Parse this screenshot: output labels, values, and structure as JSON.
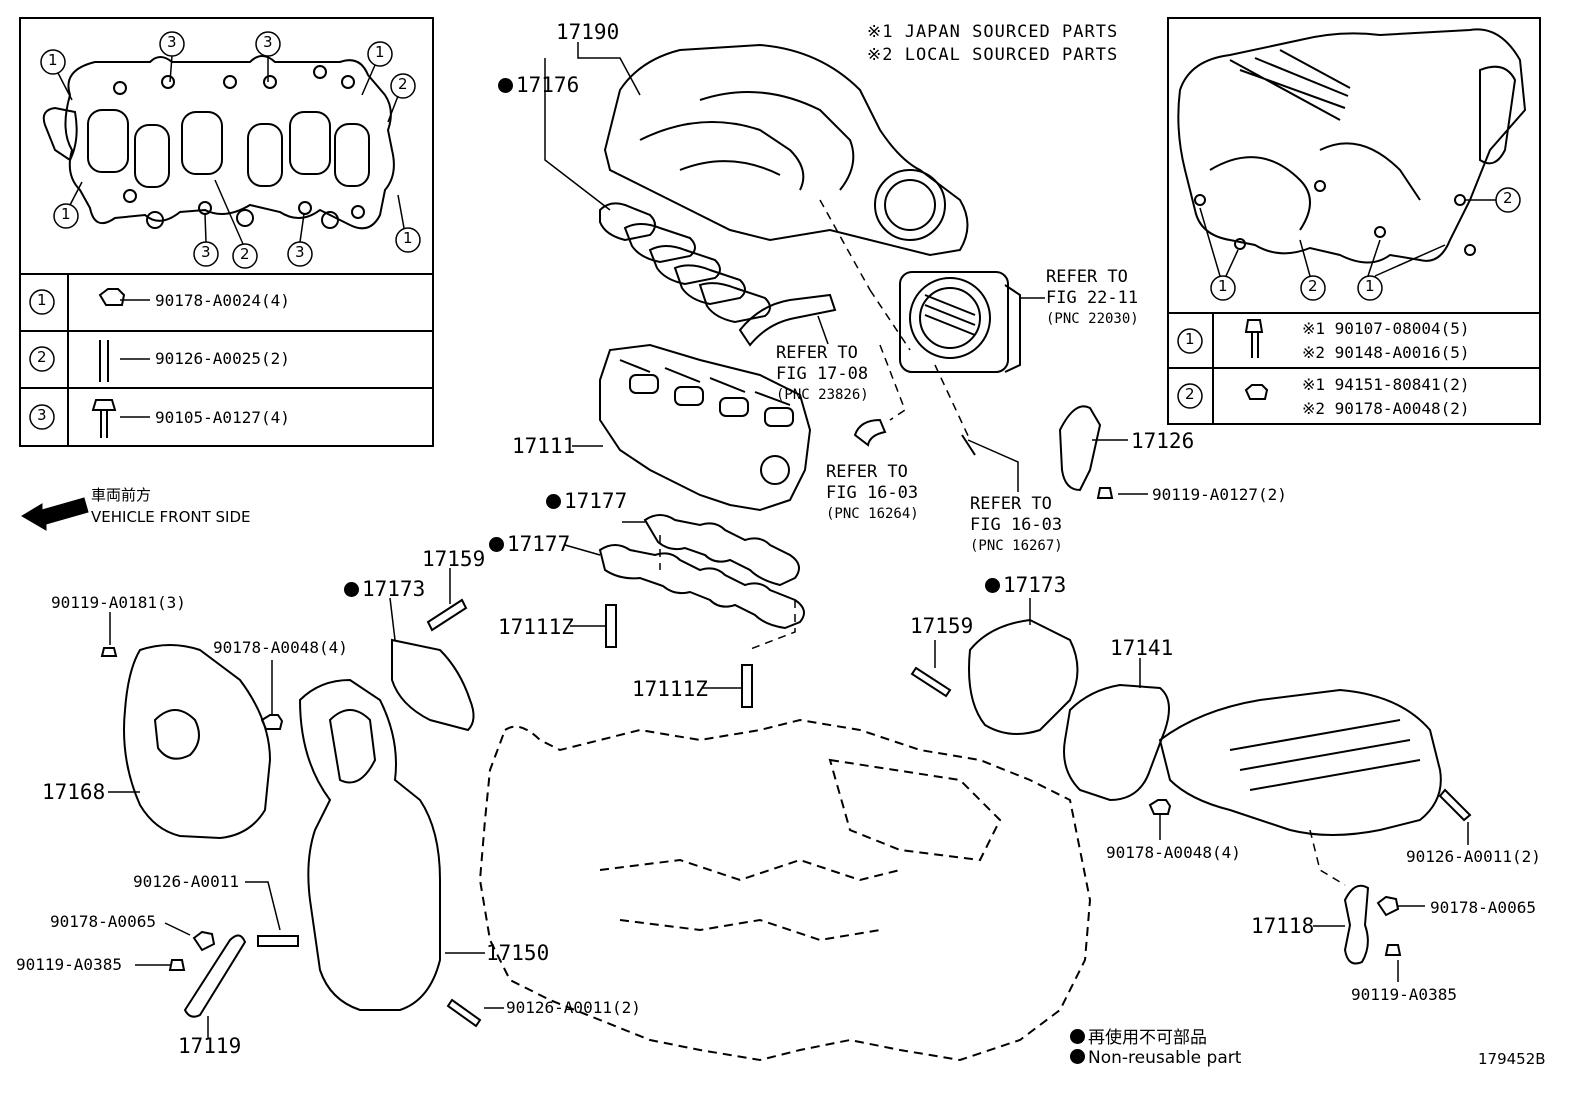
{
  "notes": {
    "japan": "※1 JAPAN SOURCED PARTS",
    "local": "※2 LOCAL SOURCED PARTS"
  },
  "left_table": {
    "circle_labels": [
      "1",
      "2",
      "3"
    ],
    "rows": [
      {
        "key": "1",
        "part": "90178-A0024(4)"
      },
      {
        "key": "2",
        "part": "90126-A0025(2)"
      },
      {
        "key": "3",
        "part": "90105-A0127(4)"
      }
    ]
  },
  "right_table": {
    "circle_labels": [
      "1",
      "2"
    ],
    "rows": [
      {
        "key": "1",
        "part_a": "※1 90107-08004(5)",
        "part_b": "※2 90148-A0016(5)"
      },
      {
        "key": "2",
        "part_a": "※1 94151-80841(2)",
        "part_b": "※2 90178-A0048(2)"
      }
    ]
  },
  "direction": {
    "jp": "車両前方",
    "en": "VEHICLE FRONT SIDE"
  },
  "refs": [
    {
      "line1": "REFER TO",
      "line2": "FIG 22-11",
      "line3": "(PNC 22030)"
    },
    {
      "line1": "REFER TO",
      "line2": "FIG 17-08",
      "line3": "(PNC 23826)"
    },
    {
      "line1": "REFER TO",
      "line2": "FIG 16-03",
      "line3": "(PNC 16264)"
    },
    {
      "line1": "REFER TO",
      "line2": "FIG 16-03",
      "line3": "(PNC 16267)"
    }
  ],
  "parts": {
    "p17190": "17190",
    "p17176": "17176",
    "p17111": "17111",
    "p17177a": "17177",
    "p17177b": "17177",
    "p17159a": "17159",
    "p17173a": "17173",
    "p17111za": "17111Z",
    "p17111zb": "17111Z",
    "p17173b": "17173",
    "p17159b": "17159",
    "p17141": "17141",
    "p17126": "17126",
    "p90119_A0127": "90119-A0127(2)",
    "p90119_A0181": "90119-A0181(3)",
    "p90178_A0048_4a": "90178-A0048(4)",
    "p17168": "17168",
    "p90126_A0011": "90126-A0011",
    "p90178_A0065a": "90178-A0065",
    "p90119_A0385a": "90119-A0385",
    "p17150": "17150",
    "p17119": "17119",
    "p90126_A0011_2a": "90126-A0011(2)",
    "p90178_A0048_4b": "90178-A0048(4)",
    "p90126_A0011_2b": "90126-A0011(2)",
    "p17118": "17118",
    "p90178_A0065b": "90178-A0065",
    "p90119_A0385b": "90119-A0385"
  },
  "legend": {
    "jp": "再使用不可部品",
    "en": "Non-reusable part"
  },
  "figure_id": "179452B"
}
